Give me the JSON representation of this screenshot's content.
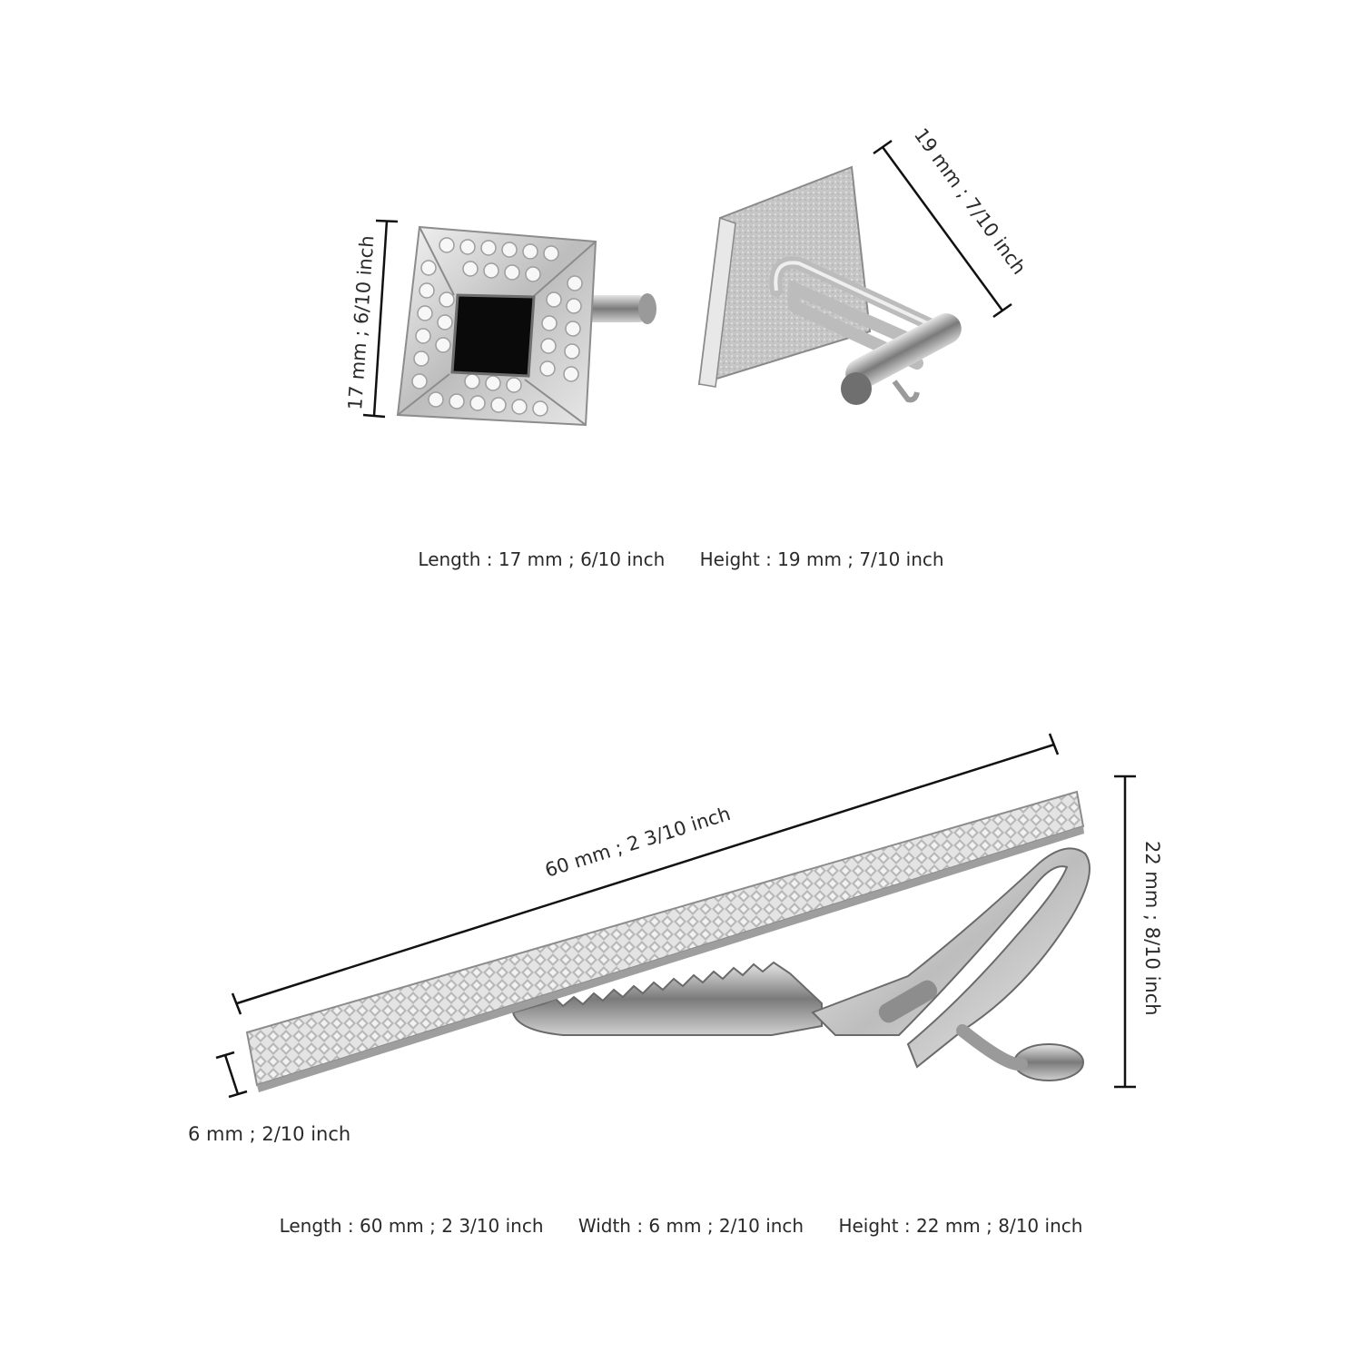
{
  "cufflinks": {
    "front_dimension": "17 mm ; 6/10 inch",
    "back_dimension": "19 mm ; 7/10 inch",
    "caption": {
      "length": "Length : 17 mm ; 6/10 inch",
      "height": "Height : 19 mm ; 7/10 inch"
    }
  },
  "tie_clip": {
    "length_dimension": "60 mm ; 2 3/10 inch",
    "height_dimension": "22 mm ; 8/10 inch",
    "width_dimension": "6 mm ; 2/10 inch",
    "caption": {
      "length": "Length : 60 mm ; 2 3/10 inch",
      "width": "Width : 6 mm ; 2/10 inch",
      "height": "Height : 22 mm ; 8/10 inch"
    }
  },
  "colors": {
    "background": "#ffffff",
    "text": "#2a2a2a",
    "silver": "#c9c9c9",
    "enamel": "#0a0a0a"
  }
}
